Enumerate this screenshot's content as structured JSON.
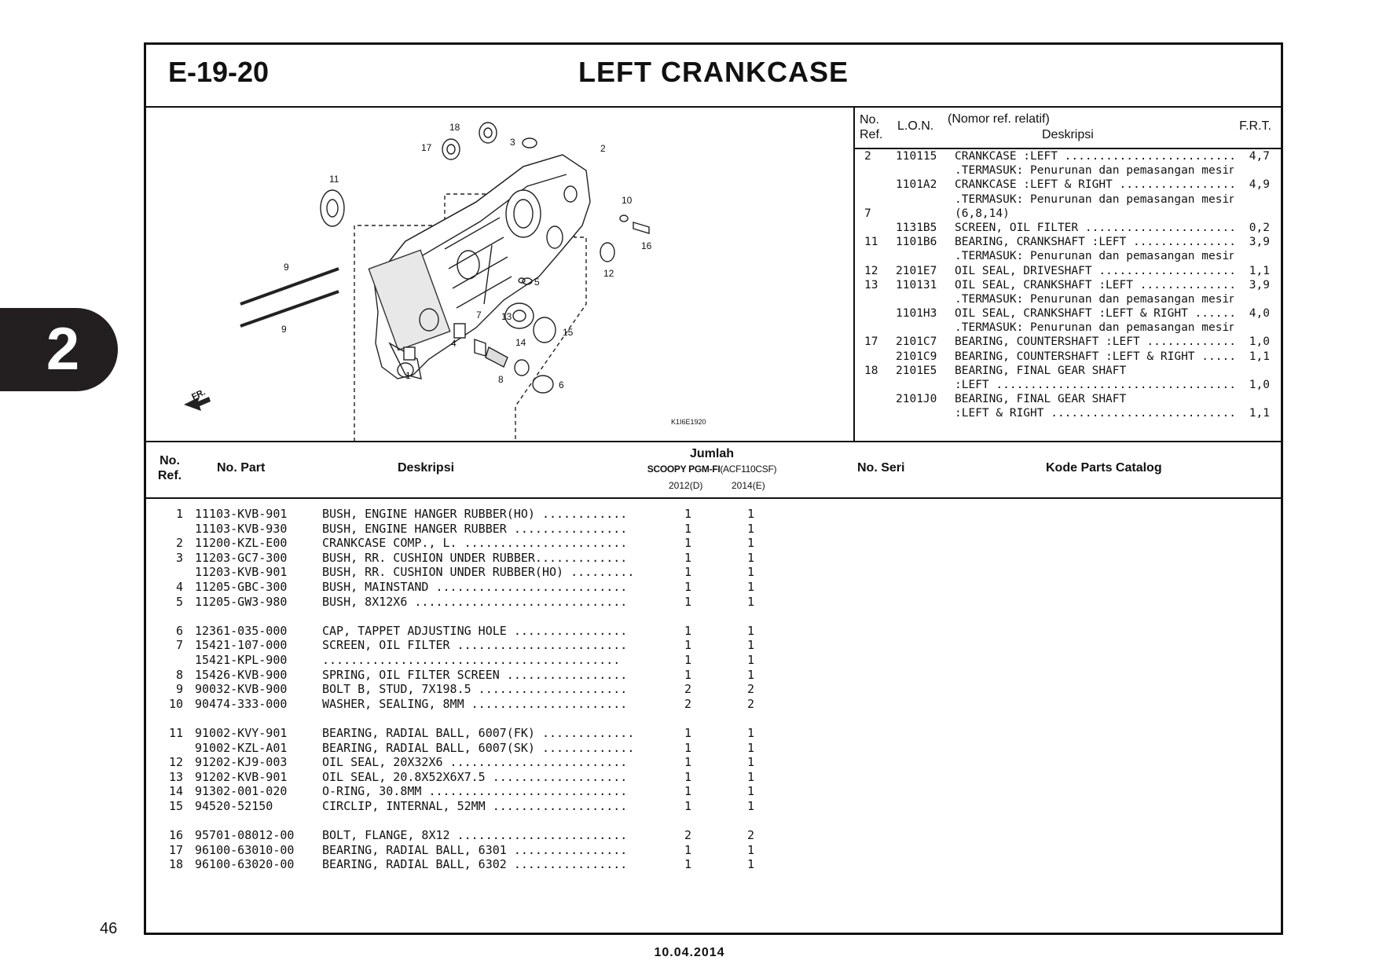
{
  "chapter_tab": "2",
  "page_number": "46",
  "date": "10.04.2014",
  "header": {
    "code": "E-19-20",
    "title": "LEFT CRANKCASE"
  },
  "figure": {
    "code": "K1I6E1920",
    "fr_label": "FR.",
    "callouts": [
      "1",
      "2",
      "3",
      "4",
      "5",
      "6",
      "7",
      "8",
      "9",
      "9",
      "10",
      "11",
      "12",
      "13",
      "14",
      "15",
      "16",
      "17",
      "18"
    ]
  },
  "frt_table": {
    "headers": {
      "ref": "No.\nRef.",
      "lon": "L.O.N.",
      "desc_top": "(Nomor ref. relatif)",
      "desc": "Deskripsi",
      "frt": "F.R.T."
    },
    "rows": [
      {
        "ref": "2",
        "lon": "110115",
        "desc": "CRANKCASE :LEFT ...........................",
        "frt": "4,7"
      },
      {
        "ref": "",
        "lon": "",
        "desc": ".TERMASUK: Penurunan dan pemasangan mesin",
        "frt": ""
      },
      {
        "ref": "",
        "lon": "1101A2",
        "desc": "CRANKCASE :LEFT & RIGHT ...................",
        "frt": "4,9"
      },
      {
        "ref": "",
        "lon": "",
        "desc": ".TERMASUK: Penurunan dan pemasangan mesin",
        "frt": ""
      },
      {
        "ref": "7",
        "lon": "",
        "desc": "(6,8,14)",
        "frt": ""
      },
      {
        "ref": "",
        "lon": "1131B5",
        "desc": "SCREEN, OIL FILTER ........................",
        "frt": "0,2"
      },
      {
        "ref": "11",
        "lon": "1101B6",
        "desc": "BEARING, CRANKSHAFT :LEFT .................",
        "frt": "3,9"
      },
      {
        "ref": "",
        "lon": "",
        "desc": ".TERMASUK: Penurunan dan pemasangan mesin",
        "frt": ""
      },
      {
        "ref": "12",
        "lon": "2101E7",
        "desc": "OIL SEAL, DRIVESHAFT ......................",
        "frt": "1,1"
      },
      {
        "ref": "13",
        "lon": "110131",
        "desc": "OIL SEAL, CRANKSHAFT :LEFT ................",
        "frt": "3,9"
      },
      {
        "ref": "",
        "lon": "",
        "desc": ".TERMASUK: Penurunan dan pemasangan mesin",
        "frt": ""
      },
      {
        "ref": "",
        "lon": "1101H3",
        "desc": "OIL SEAL, CRANKSHAFT :LEFT & RIGHT .......",
        "frt": "4,0"
      },
      {
        "ref": "",
        "lon": "",
        "desc": ".TERMASUK: Penurunan dan pemasangan mesin",
        "frt": ""
      },
      {
        "ref": "17",
        "lon": "2101C7",
        "desc": "BEARING, COUNTERSHAFT :LEFT ...............",
        "frt": "1,0"
      },
      {
        "ref": "",
        "lon": "2101C9",
        "desc": "BEARING, COUNTERSHAFT :LEFT & RIGHT ......",
        "frt": "1,1"
      },
      {
        "ref": "18",
        "lon": "2101E5",
        "desc": "BEARING, FINAL GEAR SHAFT",
        "frt": ""
      },
      {
        "ref": "",
        "lon": "",
        "desc": " :LEFT ....................................",
        "frt": "1,0"
      },
      {
        "ref": "",
        "lon": "2101J0",
        "desc": "BEARING, FINAL GEAR SHAFT",
        "frt": ""
      },
      {
        "ref": "",
        "lon": "",
        "desc": " :LEFT & RIGHT ............................",
        "frt": "1,1"
      }
    ]
  },
  "parts_table": {
    "headers": {
      "ref": "No.\nRef.",
      "part": "No. Part",
      "desc": "Deskripsi",
      "qty_title": "Jumlah",
      "model_bold": "SCOOPY PGM-FI",
      "model_code": "(ACF110CSF)",
      "year1": "2012(D)",
      "year2": "2014(E)",
      "serial": "No. Seri",
      "catalog": "Kode Parts Catalog"
    },
    "rows": [
      {
        "ref": "1",
        "part": "11103-KVB-901",
        "desc": "BUSH, ENGINE HANGER RUBBER(HO) ............",
        "q1": "1",
        "q2": "1",
        "gap": false
      },
      {
        "ref": "",
        "part": "11103-KVB-930",
        "desc": "BUSH, ENGINE HANGER RUBBER ................",
        "q1": "1",
        "q2": "1",
        "gap": false
      },
      {
        "ref": "2",
        "part": "11200-KZL-E00",
        "desc": "CRANKCASE COMP., L. .......................",
        "q1": "1",
        "q2": "1",
        "gap": false
      },
      {
        "ref": "3",
        "part": "11203-GC7-300",
        "desc": "BUSH, RR. CUSHION UNDER RUBBER.............",
        "q1": "1",
        "q2": "1",
        "gap": false
      },
      {
        "ref": "",
        "part": "11203-KVB-901",
        "desc": "BUSH, RR. CUSHION UNDER RUBBER(HO) .........",
        "q1": "1",
        "q2": "1",
        "gap": false
      },
      {
        "ref": "4",
        "part": "11205-GBC-300",
        "desc": "BUSH, MAINSTAND ...........................",
        "q1": "1",
        "q2": "1",
        "gap": false
      },
      {
        "ref": "5",
        "part": "11205-GW3-980",
        "desc": "BUSH, 8X12X6 ..............................",
        "q1": "1",
        "q2": "1",
        "gap": false
      },
      {
        "ref": "6",
        "part": "12361-035-000",
        "desc": "CAP, TAPPET ADJUSTING HOLE ................",
        "q1": "1",
        "q2": "1",
        "gap": true
      },
      {
        "ref": "7",
        "part": "15421-107-000",
        "desc": "SCREEN, OIL FILTER ........................",
        "q1": "1",
        "q2": "1",
        "gap": false
      },
      {
        "ref": "",
        "part": "15421-KPL-900",
        "desc": "..........................................",
        "q1": "1",
        "q2": "1",
        "gap": false
      },
      {
        "ref": "8",
        "part": "15426-KVB-900",
        "desc": "SPRING, OIL FILTER SCREEN .................",
        "q1": "1",
        "q2": "1",
        "gap": false
      },
      {
        "ref": "9",
        "part": "90032-KVB-900",
        "desc": "BOLT B, STUD, 7X198.5 .....................",
        "q1": "2",
        "q2": "2",
        "gap": false
      },
      {
        "ref": "10",
        "part": "90474-333-000",
        "desc": "WASHER, SEALING, 8MM ......................",
        "q1": "2",
        "q2": "2",
        "gap": false
      },
      {
        "ref": "11",
        "part": "91002-KVY-901",
        "desc": "BEARING, RADIAL BALL, 6007(FK) .............",
        "q1": "1",
        "q2": "1",
        "gap": true
      },
      {
        "ref": "",
        "part": "91002-KZL-A01",
        "desc": "BEARING, RADIAL BALL, 6007(SK) .............",
        "q1": "1",
        "q2": "1",
        "gap": false
      },
      {
        "ref": "12",
        "part": "91202-KJ9-003",
        "desc": "OIL SEAL, 20X32X6 .........................",
        "q1": "1",
        "q2": "1",
        "gap": false
      },
      {
        "ref": "13",
        "part": "91202-KVB-901",
        "desc": "OIL SEAL, 20.8X52X6X7.5 ...................",
        "q1": "1",
        "q2": "1",
        "gap": false
      },
      {
        "ref": "14",
        "part": "91302-001-020",
        "desc": "O-RING, 30.8MM ............................",
        "q1": "1",
        "q2": "1",
        "gap": false
      },
      {
        "ref": "15",
        "part": "94520-52150",
        "desc": "CIRCLIP, INTERNAL, 52MM ...................",
        "q1": "1",
        "q2": "1",
        "gap": false
      },
      {
        "ref": "16",
        "part": "95701-08012-00",
        "desc": "BOLT, FLANGE, 8X12 ........................",
        "q1": "2",
        "q2": "2",
        "gap": true
      },
      {
        "ref": "17",
        "part": "96100-63010-00",
        "desc": "BEARING, RADIAL BALL, 6301 ................",
        "q1": "1",
        "q2": "1",
        "gap": false
      },
      {
        "ref": "18",
        "part": "96100-63020-00",
        "desc": "BEARING, RADIAL BALL, 6302 ................",
        "q1": "1",
        "q2": "1",
        "gap": false
      }
    ]
  }
}
